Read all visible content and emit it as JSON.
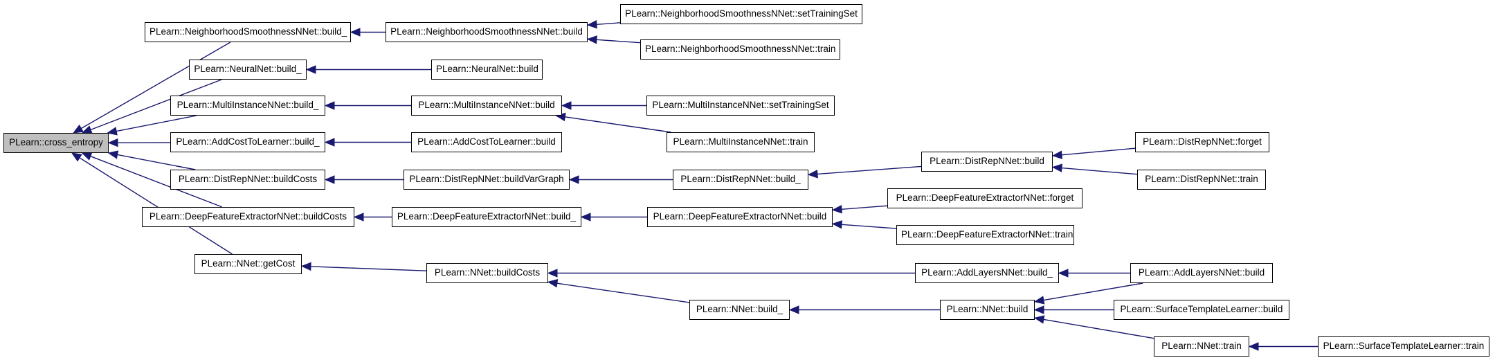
{
  "graph": {
    "nodes": [
      {
        "id": "cross_entropy",
        "label": "PLearn::cross_entropy",
        "root": true
      },
      {
        "id": "nsn_build_",
        "label": "PLearn::NeighborhoodSmoothnessNNet::build_"
      },
      {
        "id": "nsn_build",
        "label": "PLearn::NeighborhoodSmoothnessNNet::build"
      },
      {
        "id": "nsn_setTrainingSet",
        "label": "PLearn::NeighborhoodSmoothnessNNet::setTrainingSet"
      },
      {
        "id": "nsn_train",
        "label": "PLearn::NeighborhoodSmoothnessNNet::train"
      },
      {
        "id": "neural_build_",
        "label": "PLearn::NeuralNet::build_"
      },
      {
        "id": "neural_build",
        "label": "PLearn::NeuralNet::build"
      },
      {
        "id": "mi_build_",
        "label": "PLearn::MultiInstanceNNet::build_"
      },
      {
        "id": "mi_build",
        "label": "PLearn::MultiInstanceNNet::build"
      },
      {
        "id": "mi_setTrainingSet",
        "label": "PLearn::MultiInstanceNNet::setTrainingSet"
      },
      {
        "id": "mi_train",
        "label": "PLearn::MultiInstanceNNet::train"
      },
      {
        "id": "actl_build_",
        "label": "PLearn::AddCostToLearner::build_"
      },
      {
        "id": "actl_build",
        "label": "PLearn::AddCostToLearner::build"
      },
      {
        "id": "dr_buildCosts",
        "label": "PLearn::DistRepNNet::buildCosts"
      },
      {
        "id": "dr_buildVarGraph",
        "label": "PLearn::DistRepNNet::buildVarGraph"
      },
      {
        "id": "dr_build_",
        "label": "PLearn::DistRepNNet::build_"
      },
      {
        "id": "dr_build",
        "label": "PLearn::DistRepNNet::build"
      },
      {
        "id": "dr_forget",
        "label": "PLearn::DistRepNNet::forget"
      },
      {
        "id": "dr_train",
        "label": "PLearn::DistRepNNet::train"
      },
      {
        "id": "dfe_buildCosts",
        "label": "PLearn::DeepFeatureExtractorNNet::buildCosts"
      },
      {
        "id": "dfe_build_",
        "label": "PLearn::DeepFeatureExtractorNNet::build_"
      },
      {
        "id": "dfe_build",
        "label": "PLearn::DeepFeatureExtractorNNet::build"
      },
      {
        "id": "dfe_forget",
        "label": "PLearn::DeepFeatureExtractorNNet::forget"
      },
      {
        "id": "dfe_train",
        "label": "PLearn::DeepFeatureExtractorNNet::train"
      },
      {
        "id": "nnet_getCost",
        "label": "PLearn::NNet::getCost"
      },
      {
        "id": "nnet_buildCosts",
        "label": "PLearn::NNet::buildCosts"
      },
      {
        "id": "al_build_",
        "label": "PLearn::AddLayersNNet::build_"
      },
      {
        "id": "al_build",
        "label": "PLearn::AddLayersNNet::build"
      },
      {
        "id": "nnet_build_",
        "label": "PLearn::NNet::build_"
      },
      {
        "id": "nnet_build",
        "label": "PLearn::NNet::build"
      },
      {
        "id": "stl_build",
        "label": "PLearn::SurfaceTemplateLearner::build"
      },
      {
        "id": "nnet_train",
        "label": "PLearn::NNet::train"
      },
      {
        "id": "stl_train",
        "label": "PLearn::SurfaceTemplateLearner::train"
      }
    ],
    "edges": [
      [
        "nsn_build_",
        "cross_entropy"
      ],
      [
        "neural_build_",
        "cross_entropy"
      ],
      [
        "mi_build_",
        "cross_entropy"
      ],
      [
        "actl_build_",
        "cross_entropy"
      ],
      [
        "dr_buildCosts",
        "cross_entropy"
      ],
      [
        "dfe_buildCosts",
        "cross_entropy"
      ],
      [
        "nnet_getCost",
        "cross_entropy"
      ],
      [
        "nsn_build",
        "nsn_build_"
      ],
      [
        "nsn_setTrainingSet",
        "nsn_build"
      ],
      [
        "nsn_train",
        "nsn_build"
      ],
      [
        "neural_build",
        "neural_build_"
      ],
      [
        "mi_build",
        "mi_build_"
      ],
      [
        "mi_setTrainingSet",
        "mi_build"
      ],
      [
        "mi_train",
        "mi_build"
      ],
      [
        "actl_build",
        "actl_build_"
      ],
      [
        "dr_buildVarGraph",
        "dr_buildCosts"
      ],
      [
        "dr_build_",
        "dr_buildVarGraph"
      ],
      [
        "dr_build",
        "dr_build_"
      ],
      [
        "dr_forget",
        "dr_build"
      ],
      [
        "dr_train",
        "dr_build"
      ],
      [
        "dfe_build_",
        "dfe_buildCosts"
      ],
      [
        "dfe_build",
        "dfe_build_"
      ],
      [
        "dfe_forget",
        "dfe_build"
      ],
      [
        "dfe_train",
        "dfe_build"
      ],
      [
        "nnet_buildCosts",
        "nnet_getCost"
      ],
      [
        "al_build_",
        "nnet_buildCosts"
      ],
      [
        "al_build",
        "al_build_"
      ],
      [
        "nnet_build_",
        "nnet_buildCosts"
      ],
      [
        "nnet_build",
        "nnet_build_"
      ],
      [
        "al_build",
        "nnet_build"
      ],
      [
        "stl_build",
        "nnet_build"
      ],
      [
        "nnet_train",
        "nnet_build"
      ],
      [
        "stl_train",
        "nnet_train"
      ]
    ]
  }
}
